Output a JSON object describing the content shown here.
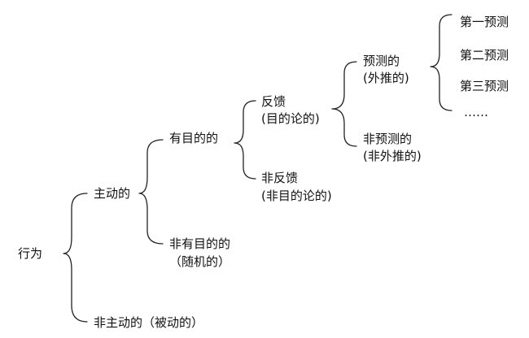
{
  "diagram": {
    "root": "行为",
    "active": "主动的",
    "passive": "非主动的（被动的）",
    "purposeful": "有目的的",
    "random_line1": "非有目的的",
    "random_line2": "（随机的）",
    "feedback_line1": "反馈",
    "feedback_line2": "(目的论的)",
    "nonfeedback_line1": "非反馈",
    "nonfeedback_line2": "(非目的论的)",
    "predictive_line1": "预测的",
    "predictive_line2": "(外推的)",
    "nonpredictive_line1": "非预测的",
    "nonpredictive_line2": "(非外推的)",
    "order1": "第一预测",
    "order2": "第二预测",
    "order3": "第三预测",
    "order_more": "……"
  }
}
